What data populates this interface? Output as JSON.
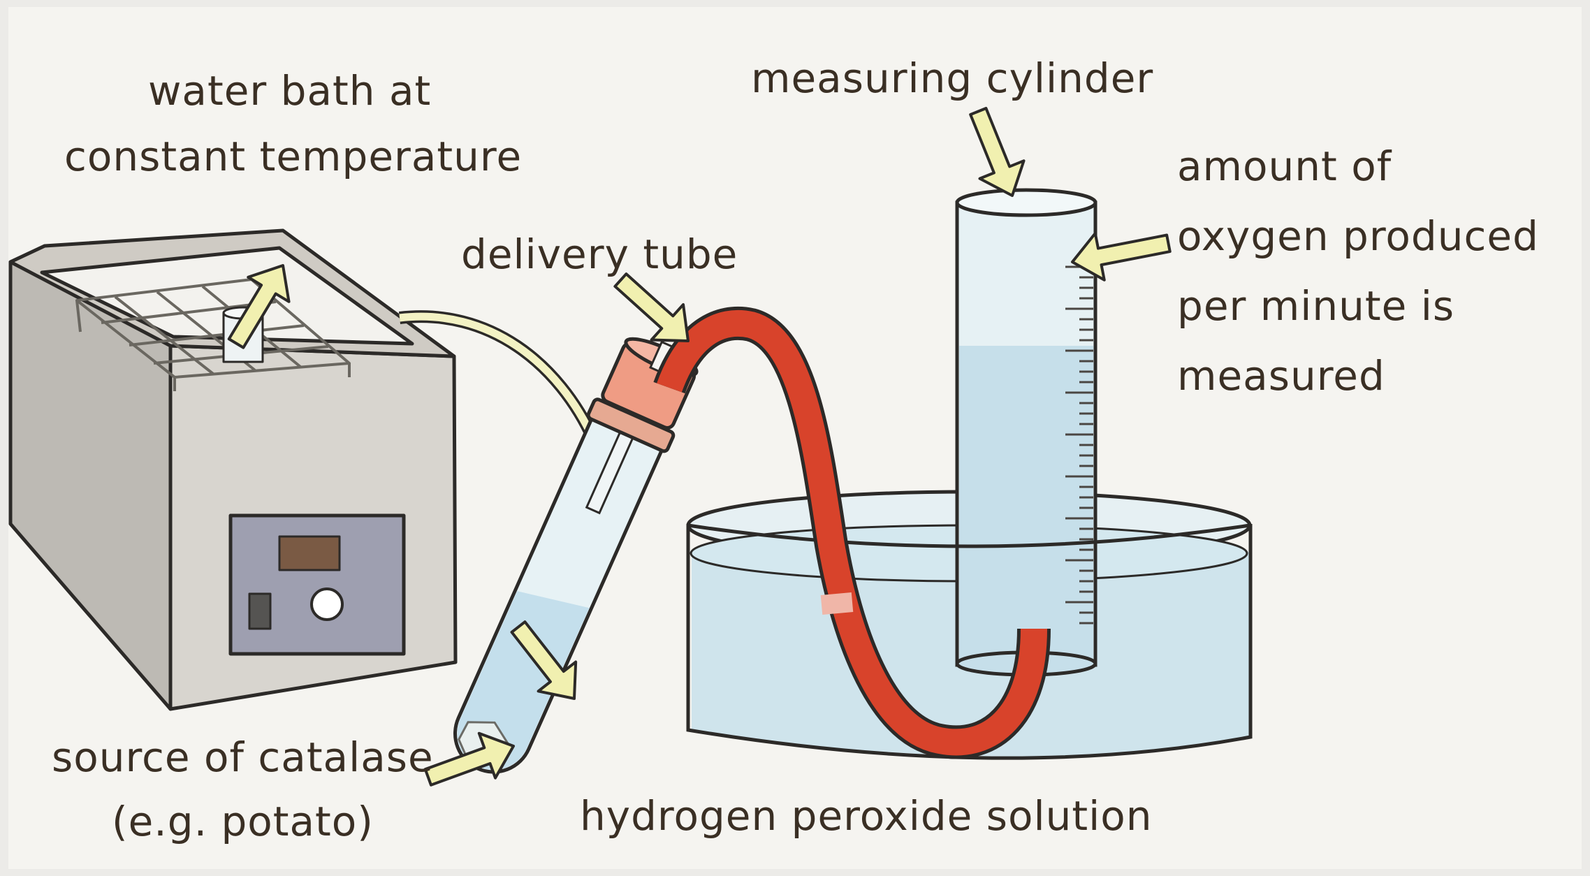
{
  "labels": {
    "water_bath_line1": "water bath at",
    "water_bath_line2": "constant temperature",
    "measuring_cylinder": "measuring cylinder",
    "amount_line1": "amount of",
    "amount_line2": "oxygen produced",
    "amount_line3": "per minute is",
    "amount_line4": "measured",
    "delivery_tube": "delivery tube",
    "catalase_line1": "source of catalase",
    "catalase_line2": "(e.g. potato)",
    "peroxide": "hydrogen peroxide solution"
  },
  "colors": {
    "background": "#f5f4f0",
    "arrow_fill": "#f1f0b0",
    "tube_red": "#d8422a",
    "water_blue": "#c9e2ee",
    "glass_blue": "#e3f0f5",
    "bath_gray": "#d9d6d0"
  }
}
